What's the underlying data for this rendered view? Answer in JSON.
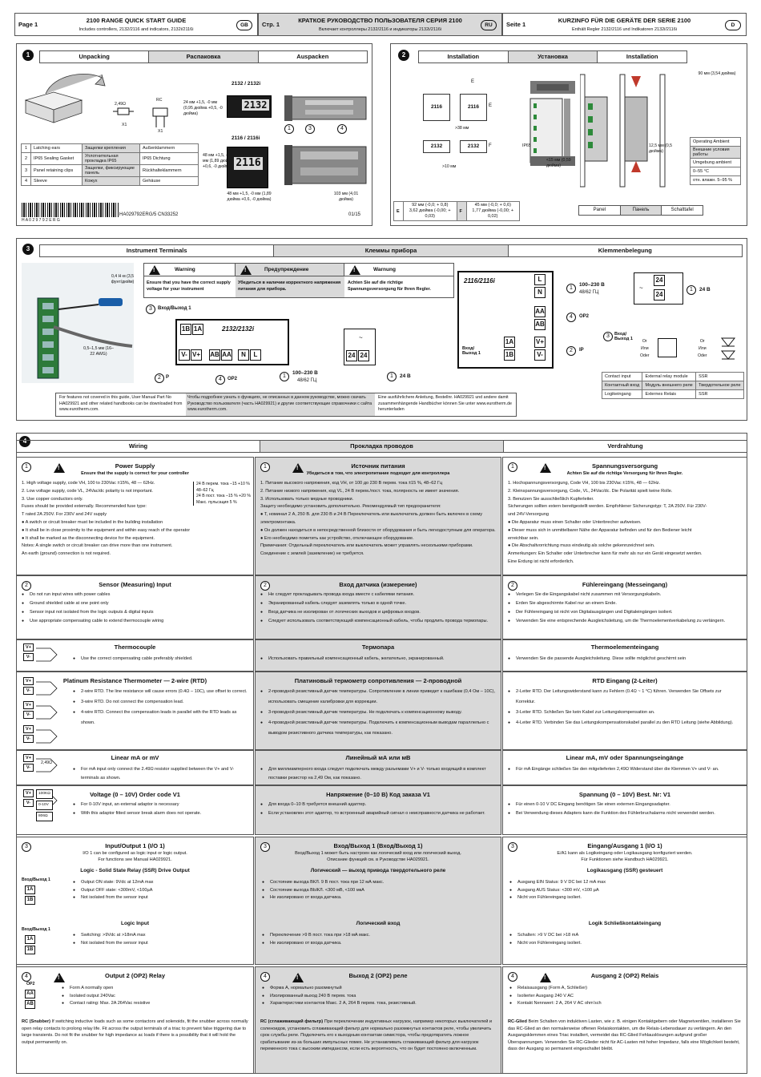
{
  "header": [
    {
      "page": "Page 1",
      "title": "2100 RANGE QUICK START GUIDE",
      "subtitle": "Includes controllers, 2132/2116 and indicators, 2132i/2116i",
      "lang": "GB"
    },
    {
      "page": "Стр. 1",
      "title": "КРАТКОЕ РУКОВОДСТВО ПОЛЬЗОВАТЕЛЯ СЕРИЯ 2100",
      "subtitle": "Включает контроллеры 2132/2116 и индикаторы 2132i/2116i",
      "lang": "RU"
    },
    {
      "page": "Seite 1",
      "title": "KURZINFO FÜR DIE GERÄTE DER SERIE 2100",
      "subtitle": "Enthält Regler 2132/2116 und Indikatoren 2132i/2116i",
      "lang": "D"
    }
  ],
  "s1": {
    "num": "1",
    "tabs": [
      "Unpacking",
      "Распаковка",
      "Auspacken"
    ],
    "res": "2,49Ω",
    "rc": "RC",
    "x1a": "X1",
    "x1b": "X1",
    "model1": "2132 / 2132i",
    "model2": "2116 / 2116i",
    "disp1": "2132",
    "disp2": "2116",
    "dim1": "24 мм +1,5, -0 мм (0,95 дюйма +0,5, -0 дюйма)",
    "dim2": "48 мм +1,5, -0 мм (1,89 дюйма +0,6, -0 дюйма)",
    "dim3": "48 мм +1,5, -0 мм (1,89 дюйма +0,6, -0 дюйма)",
    "dim4": "103 мм (4,01 дюйма)",
    "parts": [
      {
        "n": "1",
        "en": "Latching ears",
        "ru": "Защелки крепления",
        "de": "Außenklammern"
      },
      {
        "n": "2",
        "en": "IP65 Sealing Gasket",
        "ru": "Уплотнительная прокладка IP65",
        "de": "IP65 Dichtung"
      },
      {
        "n": "3",
        "en": "Panel retaining clips",
        "ru": "Защелки, фиксирующие панель",
        "de": "Rückhalteklammern"
      },
      {
        "n": "4",
        "en": "Sleeve",
        "ru": "Кожух",
        "de": "Gehäuse"
      }
    ],
    "barcode": "H A 0 2 9 7 9 2 E R G",
    "doc": "HA029792ERG/5 CN33252",
    "date": "01/15"
  },
  "s2": {
    "num": "2",
    "tabs": [
      "Installation",
      "Установка",
      "Installation"
    ],
    "m1": "2116",
    "m2": "2116",
    "m3": "2132",
    "m4": "2132",
    "e": "E",
    "f": "F",
    "gap1": ">38 мм",
    "gap2": ">10 мм",
    "ip": "IP65",
    "depth": "<15 мм (0,59 дюйма)",
    "edge": "12,5 мм (0,5 дюйма)",
    "top": "90 мм (3,54 дюйма)",
    "ambient": [
      "Operating Ambient",
      "Внешние условия работы",
      "Umgebung ambient",
      "0–55 °C",
      "отн. влажн. 5–95 %"
    ],
    "etab": {
      "e": "E",
      "ev": "92 мм (-0,0; + 0,8)",
      "ev2": "3,62 дюйма (-0,00; + 0,03)",
      "f": "F",
      "fv": "45 мм (-0,0; + 0,6)",
      "fv2": "1,77 дюйма (-0,00; + 0,02)"
    },
    "panel": [
      "Panel",
      "Панель",
      "Schalttafel"
    ]
  },
  "s3": {
    "num": "3",
    "tabs": [
      "Instrument Terminals",
      "Клеммы прибора",
      "Klemmenbelegung"
    ],
    "torque": "0,4 Н·м (3,5 фунт/дюйм)",
    "wire": "0,5–1,5 мм (16–22 AWG)",
    "warn": [
      {
        "title": "Warning",
        "text": "Ensure that you have the correct supply voltage for your instrument"
      },
      {
        "title": "Предупреждение",
        "text": "Убедиться в наличии корректного напряжения питания для прибора."
      },
      {
        "title": "Warnung",
        "text": "Achten Sie auf die richtige Spannungsversorgung für Ihren Regler."
      }
    ],
    "in1": "Вход/Выход 1",
    "model": "2132/2132i",
    "t_top": [
      "1B",
      "1A"
    ],
    "t_bot": [
      "V-",
      "V+",
      "AB",
      "AA",
      "N",
      "L"
    ],
    "p": "P",
    "op2": "OP2",
    "n1": "1",
    "n2": "2",
    "n3": "3",
    "n4": "4",
    "volt": "100–230 В",
    "hz": "48/62 ГЦ",
    "v24": "24 В",
    "t24": [
      "24",
      "24"
    ],
    "model2": "2116/2116i",
    "r_top": [
      "L",
      "N"
    ],
    "r_mid": [
      "AA",
      "AB"
    ],
    "r_bot": [
      "1A",
      "1B",
      "V+",
      "V-"
    ],
    "ip": "IP",
    "in2": "Вход/Выход 1",
    "or": [
      "Or",
      "Или",
      "Oder"
    ],
    "ctab": [
      [
        "Contact input",
        "External relay module",
        "SSR"
      ],
      [
        "Контактный вход",
        "Модуль внешнего реле",
        "Твердотельное реле"
      ],
      [
        "Logikeingang",
        "Externes Relais",
        "SSR"
      ]
    ],
    "notes": [
      "For features not covered in this guide, User Manual Part No HA029921 and other related handbooks can be downloaded from www.eurotherm.com.",
      "Чтобы подробнее узнать о функциях, не описанных в данном руководстве, можно скачать Руководство пользователя (часть HA029921) и другие соответствующие справочники с сайта www.eurotherm.com.",
      "Eine ausführlichere Anleitung, Bestellnr. HA029921 und andere damit zusammenhängende Handbücher können Sie unter www.eurotherm.de herunterladen"
    ]
  },
  "s4": {
    "num": "4",
    "tabs": [
      "Wiring",
      "Прокладка проводов",
      "Verdrahtung"
    ],
    "ps": [
      {
        "n": "1",
        "title": "Power Supply",
        "sub": "Ensure that the supply is correct for your controller",
        "lines": [
          "1. High voltage supply, code VH, 100 to 230Vac ±15%, 48 — 62Hz.",
          "2. Low voltage supply, code VL, 24Vac/dc polarity is not important.",
          "3. Use copper conductors only.",
          "Fuses should be provided externally. Recommended fuse type:",
          "    T rated 2A 250V. For 230V and 24V supply",
          "● A switch or circuit breaker must be included in the building installation",
          "● It shall be in close proximity to the equipment and within easy reach of the operator",
          "● It shall be marked as the disconnecting device for the equipment.",
          "Notes: A single switch or circuit breaker can drive more than one instrument.",
          " An earth (ground) connection is not required."
        ],
        "side": [
          "24 В перем. тока –15 +10 %",
          "48–62 Гц",
          "24 В пост. тока –15 % +20 %",
          "Макс. пульсация 5 %"
        ]
      },
      {
        "n": "1",
        "title": "Источник питания",
        "sub": "Убедиться в том, что электропитание подходит для контроллера",
        "lines": [
          "1. Питание высокого напряжения, код VH, от 100 до 230 В перем. тока ±15 %, 48–62 Гц",
          "2. Питание низкого напряжения, код VL, 24 В перем./пост. тока, полярность не имеет значения.",
          "3. Использовать только медные проводники.",
          "Защиту необходимо установить дополнительно. Рекомендуемый тип предохранителя:",
          "● T, номинал 2 А, 250 В. для 230 В и 24 В Переключатель или выключатель должен быть включен в схему электромонтажа.",
          "● Он должен находиться в непосредственной близости от оборудования и быть легкодоступным для оператора.",
          "● Его необходимо пометить как устройство, отключающее оборудование.",
          "Примечания:   Отдельный переключатель или выключатель может управлять несколькими приборами.",
          "                     Соединение с землей (заземление) не требуется."
        ],
        "side": []
      },
      {
        "n": "1",
        "title": "Spannungsversorgung",
        "sub": "Achten Sie auf die richtige Versorgung für Ihren Regler.",
        "lines": [
          "1. Hochspannungsversorgung, Code VH, 100 bis 230Vac ±15%, 48 — 62Hz.",
          "2. Kleinspannungsversorgung, Code, VL, 24Vac/dc. Die Polarität spielt keine Rolle.",
          "3. Benutzen Sie ausschließlich Kupferleiter.",
          "   Sicherungen sollten extern bereitgestellt werden. Empfohlener Sicherungstyp: T, 2A 250V. Für 230V-",
          "   und 24V-Versorgung",
          "● Die Apparatur muss einen Schalter oder Unterbrecher aufweisen.",
          "● Dieser muss sich in unmittelbarer Nähe der Apparatur befinden und für den Bediener leicht",
          "      erreichbar sein.",
          "● Die Abschaltvorrichtung muss eindeutig als solche gekennzeichnet sein.",
          "Anmerkungen: Ein Schalter oder Unterbrecher kann für mehr als nur ein Gerät eingesetzt werden.",
          "Eine Erdung ist nicht erforderlich."
        ],
        "side": []
      }
    ],
    "sensor": [
      {
        "n": "2",
        "title": "Sensor (Measuring) Input",
        "lines": [
          "Do not run input wires with power cables",
          "Ground shielded cable at one point only",
          "Sensor input not isolated from the logic outputs & digital inputs",
          "Use appropriate compensating cable to extend thermocouple wiring"
        ]
      },
      {
        "n": "2",
        "title": "Вход датчика (измерение)",
        "lines": [
          "Не следует прокладывать провода входа вместе с кабелями питания.",
          "Экранированный кабель следует заземлять только в одной точке.",
          "Вход датчика не изолирован от логических выходов и цифровых входов.",
          "Следует использовать соответствующий компенсационный кабель, чтобы продлить провода термопары."
        ]
      },
      {
        "n": "2",
        "title": "Fühlereingang (Messeingang)",
        "lines": [
          "Verlegen Sie die Eingangskabel nicht zusammen mit Versorgungskabeln.",
          "Erden Sie abgeschirmte Kabel nur an einem Ende.",
          "Der Fühlereingang ist nicht von Digitalausgängen und Digitaleingängen isoliert.",
          "Verwenden Sie eine entsprechende Ausgleichsleitung, um die Thermoelementverkabelung zu verlängern."
        ]
      }
    ],
    "tc": [
      {
        "title": "Thermocouple",
        "lines": [
          "Use the correct compensating cable preferably shielded."
        ]
      },
      {
        "title": "Термопара",
        "lines": [
          "Использовать правильный компенсационный кабель, желательно, экранированный."
        ]
      },
      {
        "title": "Thermoelementeingang",
        "lines": [
          "Verwenden Sie die passende Ausgleichsleitung. Diese sollte möglichst geschirmt sein"
        ]
      }
    ],
    "rtd": [
      {
        "title": "Platinum Resistance Thermometer — 2-wire (RTD)",
        "lines": [
          "2-wire RTD. The line resistance will cause errors (0.4Ω – 10C), use offset to correct.",
          "3-wire RTD. Do not connect the compensation lead.",
          "4-wire RTD. Connect the compensation leads in parallel with the RTD leads as shown."
        ]
      },
      {
        "title": "Платиновый термометр сопротивления — 2-проводной",
        "lines": [
          "2-проводной резистивный датчик температуры. Сопротивление в линии приведет к ошибкам (0,4 Ом – 10С), использовать смещение калибровки для коррекции.",
          "3-проводной резистивный датчик температуры. Не подключать к компенсационному выводу.",
          "4-проводной резистивный датчик температуры. Подключить к компенсационным выводам параллельно с выводом резистивного датчика температуры, как показано."
        ]
      },
      {
        "title": "RTD Eingang (2-Leiter)",
        "lines": [
          "2-Leiter RTD. Der Leitungswiderstand kann zu Fehlern (0.4Ω ~ 1 °C) führen. Verwenden Sie Offsets zur Korrektur.",
          "3-Leiter RTD. Schließen Sie kein Kabel zur Leitungskompensation an.",
          "4-Leiter RTD. Verbinden Sie das Leitungskompensationskabel parallel zu den RTD Leitung (siehe Abbildung)."
        ]
      }
    ],
    "ma": [
      {
        "title": "Linear mA or mV",
        "lines": [
          "For mA input  only connect the 2.49Ω resistor supplied between the V+ and V- terminals as shown."
        ]
      },
      {
        "title": "Линейный мА или мВ",
        "lines": [
          "Для миллиамперного входа следует подключать между разъемами V+ и V- только входящий в комплект поставки резистор на 2,49 Ом, как показано."
        ]
      },
      {
        "title": "Linear mA, mV oder Spannungseingänge",
        "lines": [
          "Für mA Eingänge schließen Sie den mitgelieferten 2,49Ω Widerstand über die Klemmen V+ und V- an."
        ]
      }
    ],
    "volt": [
      {
        "title": "Voltage (0 – 10V) Order code V1",
        "lines": [
          "For 0-10V input, an external adaptor is necessary",
          "With this adaptor fitted sensor break alarm does not operate."
        ]
      },
      {
        "title": "Напряжение (0–10 В) Код заказа V1",
        "lines": [
          "Для входа 0–10 В требуется внешний адаптер.",
          "Если установлен этот адаптер, то встроенный аварийный сигнал о неисправности датчика не работает."
        ]
      },
      {
        "title": "Spannung (0 – 10V) Best. Nr: V1",
        "lines": [
          "Für einen 0-10 V DC Eingang benötigen Sie einen externen Eingangsadapter.",
          "Bei Verwendung dieses Adapters kann die Funktion des Fühlerbruchalarms nicht verwendet werden."
        ]
      }
    ],
    "io": [
      {
        "n": "3",
        "title": "Input/Output 1 (I/O 1)",
        "sub": [
          "I/O 1 can be configured as logic input or logic output.",
          "For functions see Manual HA029921."
        ],
        "ssr": "Logic - Solid State Relay (SSR) Drive Output",
        "ssrl": [
          "Output ON state: 9Vdc at 12mA max",
          "Output OFF state: <300mV, <100µA",
          "Not isolated from the sensor input"
        ],
        "li": "Logic Input",
        "lil": [
          "Switching: >9Vdc at >18mA max",
          "Not isolated from the sensor input"
        ]
      },
      {
        "n": "3",
        "title": "Вход/Выход 1 (Вход/Выход 1)",
        "sub": [
          "Вход/Выход 1 может быть настроен как логический вход или логический выход.",
          "Описание функций см. в Руководстве HA029921."
        ],
        "ssr": "Логический — выход привода твердотельного реле",
        "ssrl": [
          "Состояние выхода ВКЛ. 9 В пост. тока при 12 мА макс.",
          "Состояние выхода ВЫКЛ. <300 мВ, <100 мкА",
          "Не изолировано от входа датчика."
        ],
        "li": "Логический вход",
        "lil": [
          "Переключение >9 В пост. тока при >18 мА макс.",
          "Не изолировано от входа датчика."
        ]
      },
      {
        "n": "3",
        "title": "Eingang/Ausgang 1 (I/O 1)",
        "sub": [
          "E/A1 kann als Logikeingang oder Logikausgang konfiguriert werden.",
          "Für Funktionen siehe Handbuch HA029921."
        ],
        "ssr": "Logikausgang (SSR) gesteuert",
        "ssrl": [
          "Ausgang EIN Status: 9 V DC bei 12 mA max",
          "Ausgang AUS Status: <300 mV, <100 µA",
          "Nicht von Fühlereingang isoliert."
        ],
        "li": "Logik Schließkontakteingang",
        "lil": [
          "Schalten: >9 V DC bei >18 mA",
          "Nicht von Fühlereingang isoliert."
        ]
      }
    ],
    "iolab": "Вход/Выход 1",
    "op2": [
      {
        "n": "4",
        "title": "Output 2 (OP2) Relay",
        "lines": [
          "Form A normally open",
          "Isolated output 240Vac",
          "Contact rating: Max. 2A 264Vac resistive"
        ],
        "rc": "RC (Snubber)",
        "rct": [
          "If switching inductive loads such as some contactors and solenoids, fit the snubber across normally open relay contacts to prolong relay life.",
          "Fit across the output terminals of a triac to prevent false triggering due to large transients.",
          "Do not fit the snubber for high impedance ac loads if there is a possibility that it will hold the output permanently on."
        ]
      },
      {
        "n": "4",
        "title": "Выход 2 (OP2) реле",
        "lines": [
          "Форма А, нормально разомкнутый",
          "Изолированный выход 240 В перем. тока",
          "Характеристики контактов Макс. 2 А, 264 В перем. тока, резистивный."
        ],
        "rc": "RC (сглаживающий фильтр)",
        "rct": [
          "При переключении индуктивных нагрузок, например некоторых выключателей и соленоидов, установить сглаживающий фильтр для нормально разомкнутых контактов реле, чтобы увеличить срок службы реле.",
          "Подключить его к выходным контактам симистора, чтобы предотвратить ложное срабатывание из-за больших импульсных помех.",
          "Не устанавливать сглаживающий фильтр для нагрузок переменного тока с высоким импедансом, если есть вероятность, что он будет постоянно включенным."
        ]
      },
      {
        "n": "4",
        "title": "Ausgang 2 (OP2) Relais",
        "lines": [
          "Relaisausgang (Form A, Schließer)",
          "Isolierter Ausgang 240 V AC",
          "Kontakt Nennwert: 2 A, 264 V AC ohm'sch"
        ],
        "rc": "RC-Glied",
        "rct": [
          "Beim Schalten von induktiven Lasten, wie z. B. einigen Kontaktgebern oder Magnetventilen, installieren Sie das RC-Glied an den normalerweise offenen Relaiskontakten, um die Relais-Lebensdauer zu verlängern. An den Ausgangsklemmen eines Triac installiert, vermeidet das RC-Glied Fehlauslösungen aufgrund großer Überspannungen.",
          "Verwenden Sie RC-Glieder nicht für AC-Lasten mit hoher Impedanz, falls eine Möglichkeit besteht, dass der Ausgang so permanent eingeschaltet bleibt."
        ]
      }
    ],
    "op2lab": "OP2",
    "op2t": [
      "AA",
      "AB"
    ],
    "iot": [
      "1A",
      "1B"
    ],
    "vterm": [
      "V+",
      "V-"
    ],
    "res": "2,49Ω",
    "adapter": [
      "100KΩ",
      "0-10V",
      "806Ω"
    ]
  }
}
